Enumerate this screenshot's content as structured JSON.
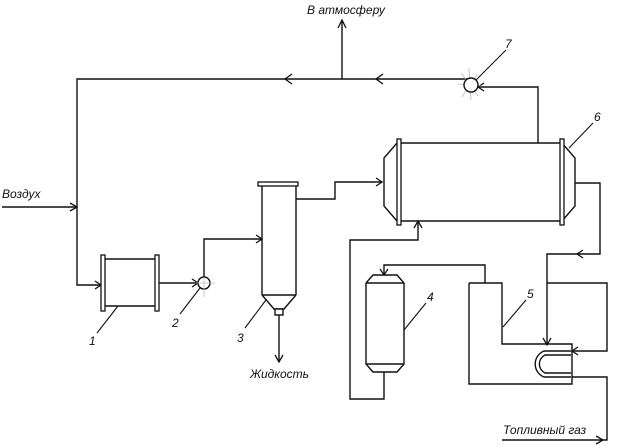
{
  "diagram": {
    "type": "process-flow",
    "labels": {
      "atmosphere": "В атмосферу",
      "air": "Воздух",
      "liquid": "Жидкость",
      "fuel_gas": "Топливный газ"
    },
    "equipment": [
      {
        "id": "1",
        "label": "1"
      },
      {
        "id": "2",
        "label": "2"
      },
      {
        "id": "3",
        "label": "3"
      },
      {
        "id": "4",
        "label": "4"
      },
      {
        "id": "5",
        "label": "5"
      },
      {
        "id": "6",
        "label": "6"
      },
      {
        "id": "7",
        "label": "7"
      }
    ]
  }
}
